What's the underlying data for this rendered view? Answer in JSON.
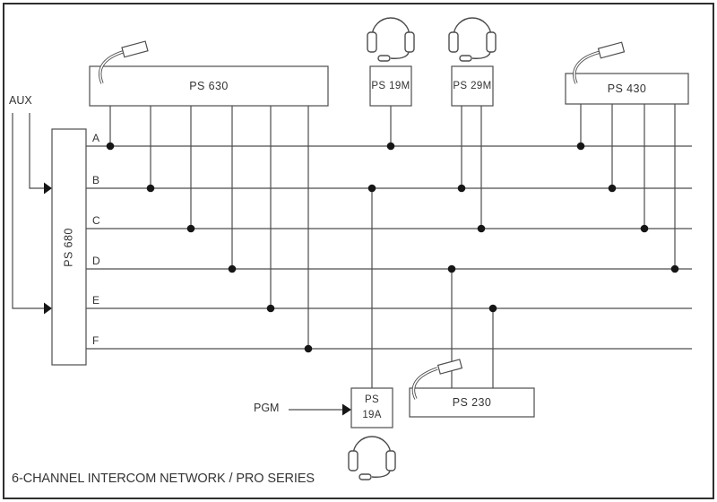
{
  "title": "6-CHANNEL INTERCOM NETWORK / PRO SERIES",
  "inputs": {
    "aux_label": "AUX",
    "pgm_label": "PGM"
  },
  "bus_labels": [
    "A",
    "B",
    "C",
    "D",
    "E",
    "F"
  ],
  "devices": {
    "ps680": {
      "label": "PS 680"
    },
    "ps630": {
      "label": "PS 630"
    },
    "ps19m": {
      "label": "PS 19M"
    },
    "ps29m": {
      "label": "PS 29M"
    },
    "ps430": {
      "label": "PS 430"
    },
    "ps19a": {
      "line1": "PS",
      "line2": "19A"
    },
    "ps230": {
      "label": "PS 230"
    }
  },
  "connections": [
    {
      "device": "PS 680",
      "channels": [
        "A",
        "B",
        "C",
        "D",
        "E",
        "F"
      ],
      "input": "AUX"
    },
    {
      "device": "PS 630",
      "channels": [
        "A",
        "B",
        "C",
        "D",
        "E",
        "F"
      ]
    },
    {
      "device": "PS 19M",
      "channels": [
        "A"
      ]
    },
    {
      "device": "PS 29M",
      "channels": [
        "B",
        "C"
      ]
    },
    {
      "device": "PS 430",
      "channels": [
        "A",
        "B",
        "C",
        "D"
      ]
    },
    {
      "device": "PS 19A",
      "channels": [
        "B"
      ],
      "input": "PGM"
    },
    {
      "device": "PS 230",
      "channels": [
        "D",
        "E"
      ]
    }
  ],
  "icons": {
    "mic": "gooseneck-mic-icon",
    "headset": "headset-icon",
    "arrow": "arrow-head"
  },
  "colors": {
    "line": "#4d4d4d",
    "dot": "#161616",
    "text": "#333333",
    "background": "#ffffff"
  }
}
